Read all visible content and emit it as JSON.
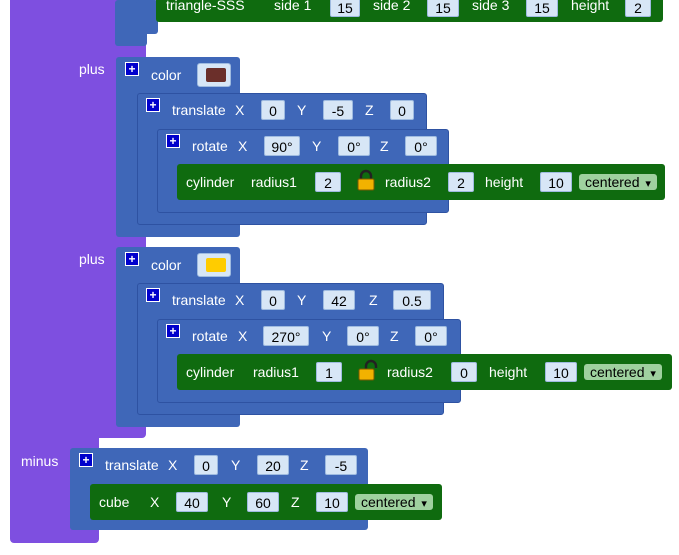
{
  "top_block": {
    "name": "triangle-SSS",
    "side1_label": "side 1",
    "side1": "15",
    "side2_label": "side 2",
    "side2": "15",
    "side3_label": "side 3",
    "side3": "15",
    "height_label": "height",
    "height": "2"
  },
  "plus1": {
    "label": "plus",
    "color": {
      "label": "color",
      "value": "#6b2f2a"
    },
    "translate": {
      "label": "translate",
      "x_label": "X",
      "x": "0",
      "y_label": "Y",
      "y": "-5",
      "z_label": "Z",
      "z": "0"
    },
    "rotate": {
      "label": "rotate",
      "x_label": "X",
      "x": "90°",
      "y_label": "Y",
      "y": "0°",
      "z_label": "Z",
      "z": "0°"
    },
    "cylinder": {
      "label": "cylinder",
      "r1_label": "radius1",
      "r1": "2",
      "lock": "locked",
      "r2_label": "radius2",
      "r2": "2",
      "height_label": "height",
      "height": "10",
      "mode": "centered"
    }
  },
  "plus2": {
    "label": "plus",
    "color": {
      "label": "color",
      "value": "#ffcc00"
    },
    "translate": {
      "label": "translate",
      "x_label": "X",
      "x": "0",
      "y_label": "Y",
      "y": "42",
      "z_label": "Z",
      "z": "0.5"
    },
    "rotate": {
      "label": "rotate",
      "x_label": "X",
      "x": "270°",
      "y_label": "Y",
      "y": "0°",
      "z_label": "Z",
      "z": "0°"
    },
    "cylinder": {
      "label": "cylinder",
      "r1_label": "radius1",
      "r1": "1",
      "lock": "unlocked",
      "r2_label": "radius2",
      "r2": "0",
      "height_label": "height",
      "height": "10",
      "mode": "centered"
    }
  },
  "minus": {
    "label": "minus",
    "translate": {
      "label": "translate",
      "x_label": "X",
      "x": "0",
      "y_label": "Y",
      "y": "20",
      "z_label": "Z",
      "z": "-5"
    },
    "cube": {
      "label": "cube",
      "x_label": "X",
      "x": "40",
      "y_label": "Y",
      "y": "60",
      "z_label": "Z",
      "z": "10",
      "mode": "centered"
    }
  },
  "ui": {
    "plus_glyph": "+",
    "dropdown_arrow": "▾"
  }
}
